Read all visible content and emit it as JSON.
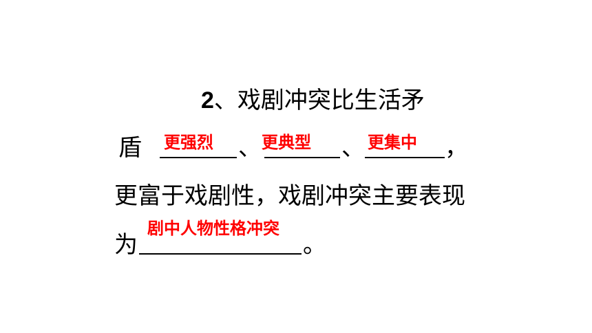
{
  "question": {
    "number": "2",
    "line1_rest": "、戏剧冲突比生活矛",
    "line2_start": "盾",
    "separator": "、",
    "line2_end": "，",
    "line3": "更富于戏剧性，戏剧冲突主要表现",
    "line4_start": "为",
    "line4_end": "。"
  },
  "answers": {
    "blank1": "更强烈",
    "blank2": "更典型",
    "blank3": "更集中",
    "blank4": "剧中人物性格冲突"
  },
  "colors": {
    "text": "#000000",
    "answer": "#ff0000",
    "background": "#ffffff"
  }
}
